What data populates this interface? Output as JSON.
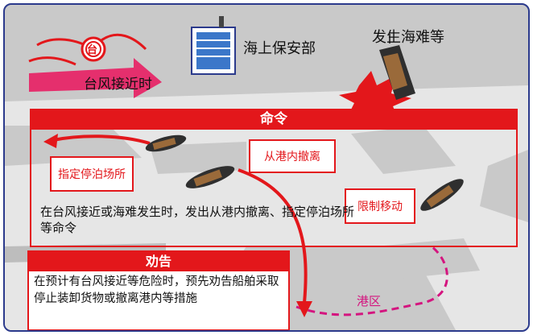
{
  "labels": {
    "typhoon_approach": "台风接近时",
    "coast_guard": "海上保安部",
    "disaster": "发生海难等",
    "order_title": "命令",
    "designated_anchorage": "指定停泊场所",
    "evacuate_port": "从港内撤离",
    "movement_restriction": "限制移动",
    "order_description": "在台风接近或海难发生时，发出从港内撤离、指定停泊场所等命令",
    "advice_title": "劝告",
    "advice_text": "在预计有台风接近等危险时，预先劝告船舶采取停止装卸货物或撤离港内等措施",
    "port_area": "港区",
    "typhoon_symbol": "台"
  },
  "colors": {
    "accent_red": "#e3171b",
    "port_line": "#d4157f",
    "land": "#c9c9c9",
    "water": "#eaeaea",
    "frame": "#2b3a8c"
  },
  "icons": [
    "typhoon-icon",
    "building-icon",
    "wrecked-ship-icon",
    "explosion-icon",
    "ship-icon"
  ]
}
